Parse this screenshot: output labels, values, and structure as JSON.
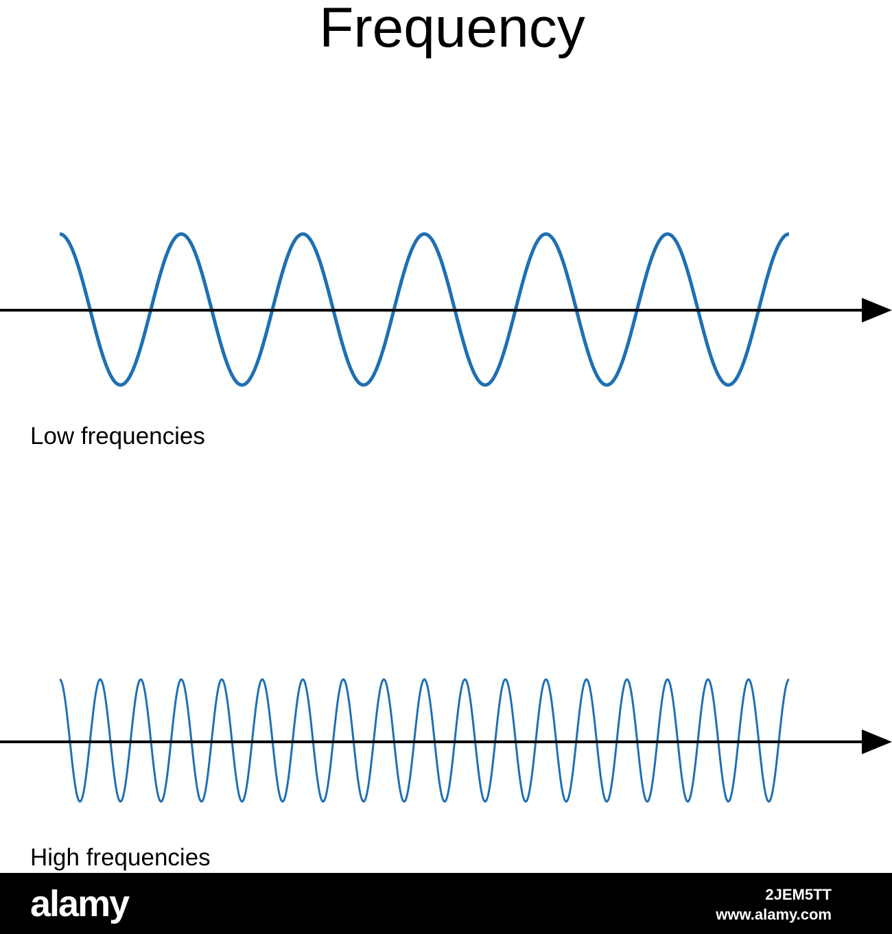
{
  "title": "Frequency",
  "panels": [
    {
      "label": "Low frequencies",
      "cycles": 6,
      "wave_color": "#1f6fb2",
      "axis_color": "#000000"
    },
    {
      "label": "High frequencies",
      "cycles": 18,
      "wave_color": "#1f6fb2",
      "axis_color": "#000000"
    }
  ],
  "watermark": {
    "brand": "alamy",
    "image_id": "2JEM5TT",
    "site": "www.alamy.com"
  }
}
